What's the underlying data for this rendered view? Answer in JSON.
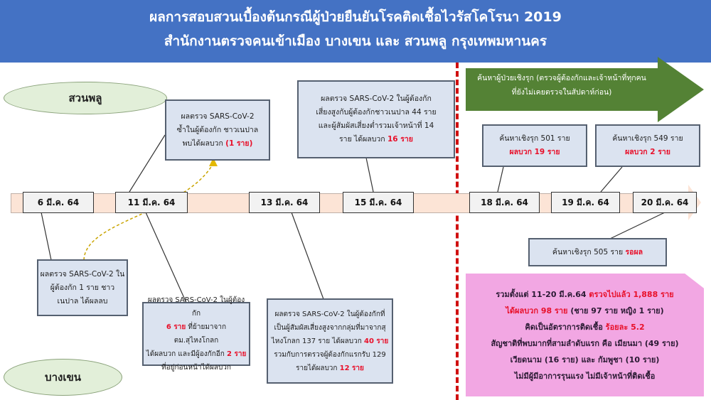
{
  "header": {
    "title_line1": "ผลการสอบสวนเบื้องต้นกรณีผู้ป่วยยืนยันโรคติดเชื้อไวรัสโคโรนา 2019",
    "title_line2": "สำนักงานตรวจคนเข้าเมือง บางเขน และ สวนพลู กรุงเทพมหานคร"
  },
  "locations": {
    "top": "สวนพลู",
    "bottom": "บางเขน"
  },
  "dates": [
    "6 มี.ค. 64",
    "11 มี.ค. 64",
    "13 มี.ค. 64",
    "15 มี.ค. 64",
    "18 มี.ค. 64",
    "19 มี.ค. 64",
    "20 มี.ค. 64"
  ],
  "boxes": {
    "b11top": {
      "l1": "ผลตรวจ SARS-CoV-2",
      "l2": "ซ้ำในผู้ต้องกัก ชาวเนปาล",
      "l3": "พบได้ผลบวก ",
      "l3red": "(1 ราย)"
    },
    "b15top": {
      "l1": "ผลตรวจ SARS-CoV-2 ในผู้ต้องกัก",
      "l2": "เสี่ยงสูงกับผู้ต้องกักชาวเนปาล 44 ราย",
      "l3": "และผู้สัมผัสเสี่ยงต่ำรวมเจ้าหน้าที่ 14",
      "l4": "ราย ได้ผลบวก ",
      "l4red": "16 ราย"
    },
    "b18": {
      "l1": "ค้นหาเชิงรุก 501 ราย",
      "l2red": "ผลบวก 19 ราย"
    },
    "b19": {
      "l1": "ค้นหาเชิงรุก 549 ราย",
      "l2red": "ผลบวก 2 ราย"
    },
    "b20": {
      "l1": "ค้นหาเชิงรุก 505 ราย ",
      "l1red": "รอผล"
    },
    "b6bot": {
      "l1": "ผลตรวจ SARS-CoV-2 ใน",
      "l2": "ผู้ต้องกัก 1 ราย ชาว",
      "l3": "เนปาล ได้ผลลบ"
    },
    "b11bot": {
      "l1": "ผลตรวจ SARS-CoV-2 ในผู้ต้องกัก",
      "l2red": "6 ราย",
      "l2": " ที่ย้ายมาจาก ตม.สุไหงโกลก",
      "l3": "ได้ผลบวก และมีผู้องกักอีก ",
      "l3red": "2 ราย",
      "l4": "ที่อยู่ก่อนหน้าได้ผลบวก"
    },
    "b13bot": {
      "l1": "ผลตรวจ SARS-CoV-2 ในผู้ต้องกักที่",
      "l2": "เป็นผู้สัมผัสเสี่ยงสูงจากกลุ่มที่มาจากสุ",
      "l3": "ไหงโกลก 137 ราย ได้ผลบวก ",
      "l3red": "40 ราย",
      "l4": "รวมกับการตรวจผู้ต้องกักแรกรับ 129",
      "l5": "รายได้ผลบวก ",
      "l5red": "12 ราย"
    }
  },
  "green_arrow": {
    "l1": "ค้นหาผู้ป่วยเชิงรุก (ตรวจผู้ต้องกักและเจ้าหน้าที่ทุกคน",
    "l2": "ที่ยังไม่เคยตรวจในสัปดาห์ก่อน)"
  },
  "summary": {
    "l1": "รวมตั้งแต่ 11-20 มี.ค.64 ",
    "l1red": "ตรวจไปแล้ว 1,888 ราย",
    "l2red": "ได้ผลบวก 98 ราย",
    "l2": " (ชาย 97 ราย หญิง 1 ราย)",
    "l3": "คิดเป็นอัตราการติดเชื้อ ",
    "l3red": "ร้อยละ 5.2",
    "l4": "สัญชาติที่พบมากที่สามลำดับแรก คือ เมียนมา (49 ราย)",
    "l5": "เวียดนาม (16 ราย) และ กัมพูชา (10 ราย)",
    "l6": "ไม่มีผู้มีอาการรุนแรง ไม่มีเจ้าหน้าที่ติดเชื้อ"
  },
  "colors": {
    "header": "#4472c4",
    "accent_red": "#e8102a",
    "arrow_green": "#548235",
    "summary_pink": "#f2a7e3"
  }
}
